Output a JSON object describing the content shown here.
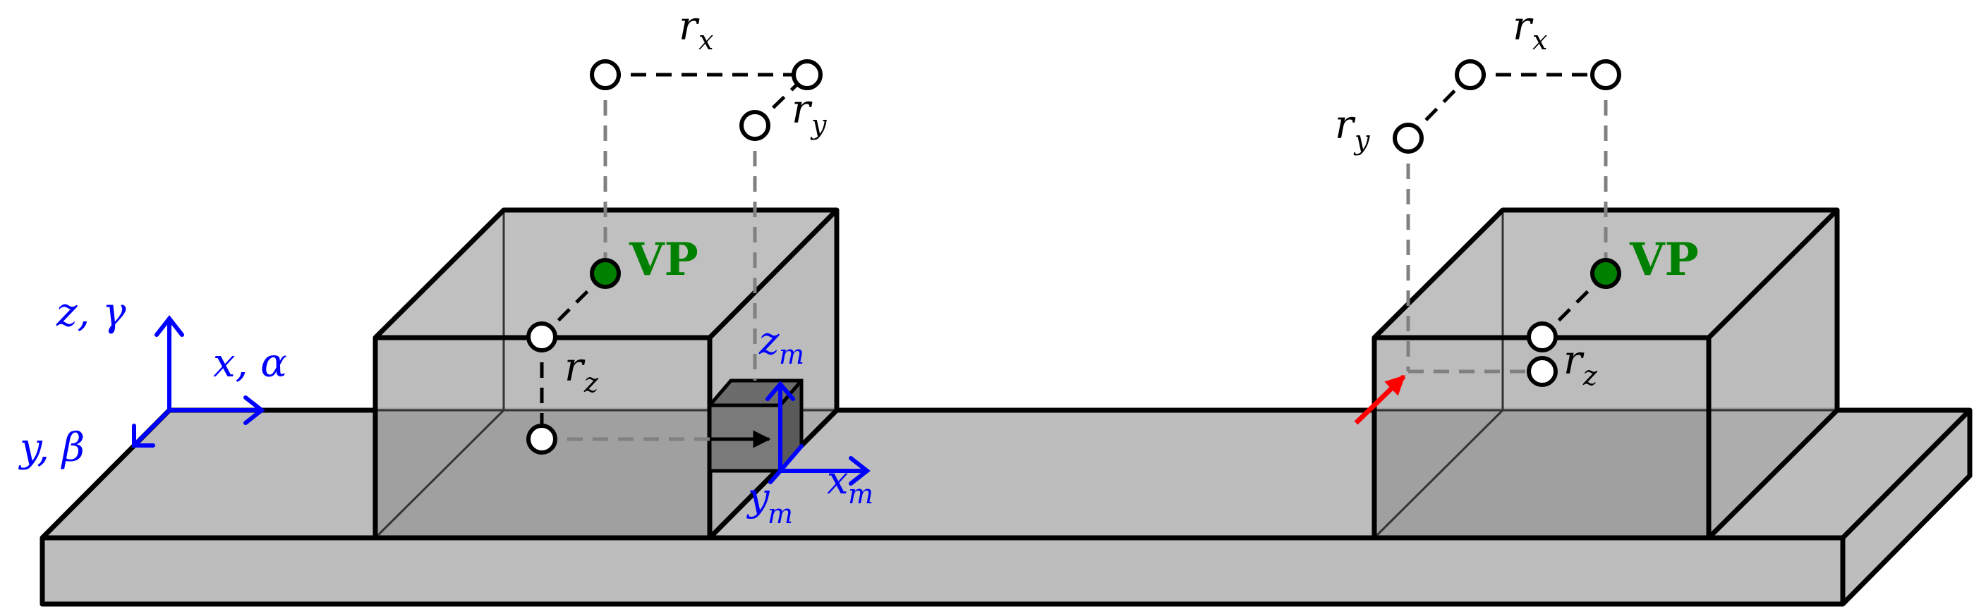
{
  "colors": {
    "platform": "#bdbdbd",
    "box_face": "#bdbdbd",
    "box_shadow": "#9e9e9e",
    "sensor": "#7a7a7a",
    "axis": "#0000ff",
    "vp_fill": "#008000",
    "arrow_red": "#ff0000",
    "projection_line": "#808080"
  },
  "labels": {
    "world_z": "z, γ",
    "world_x": "x, α",
    "world_y": "y, β",
    "sensor_z": "z",
    "sensor_z_sub": "m",
    "sensor_x": "x",
    "sensor_x_sub": "m",
    "sensor_y": "y",
    "sensor_y_sub": "m",
    "left_rx": "r",
    "left_rx_sub": "x",
    "left_ry": "r",
    "left_ry_sub": "y",
    "left_rz": "r",
    "left_rz_sub": "z",
    "left_vp": "VP",
    "right_rx": "r",
    "right_rx_sub": "x",
    "right_ry": "r",
    "right_ry_sub": "y",
    "right_rz": "r",
    "right_rz_sub": "z",
    "right_vp": "VP"
  },
  "icons": {
    "world_frame": "axes-icon",
    "sensor_frame": "axes-icon",
    "pointer": "red-arrow-icon"
  }
}
